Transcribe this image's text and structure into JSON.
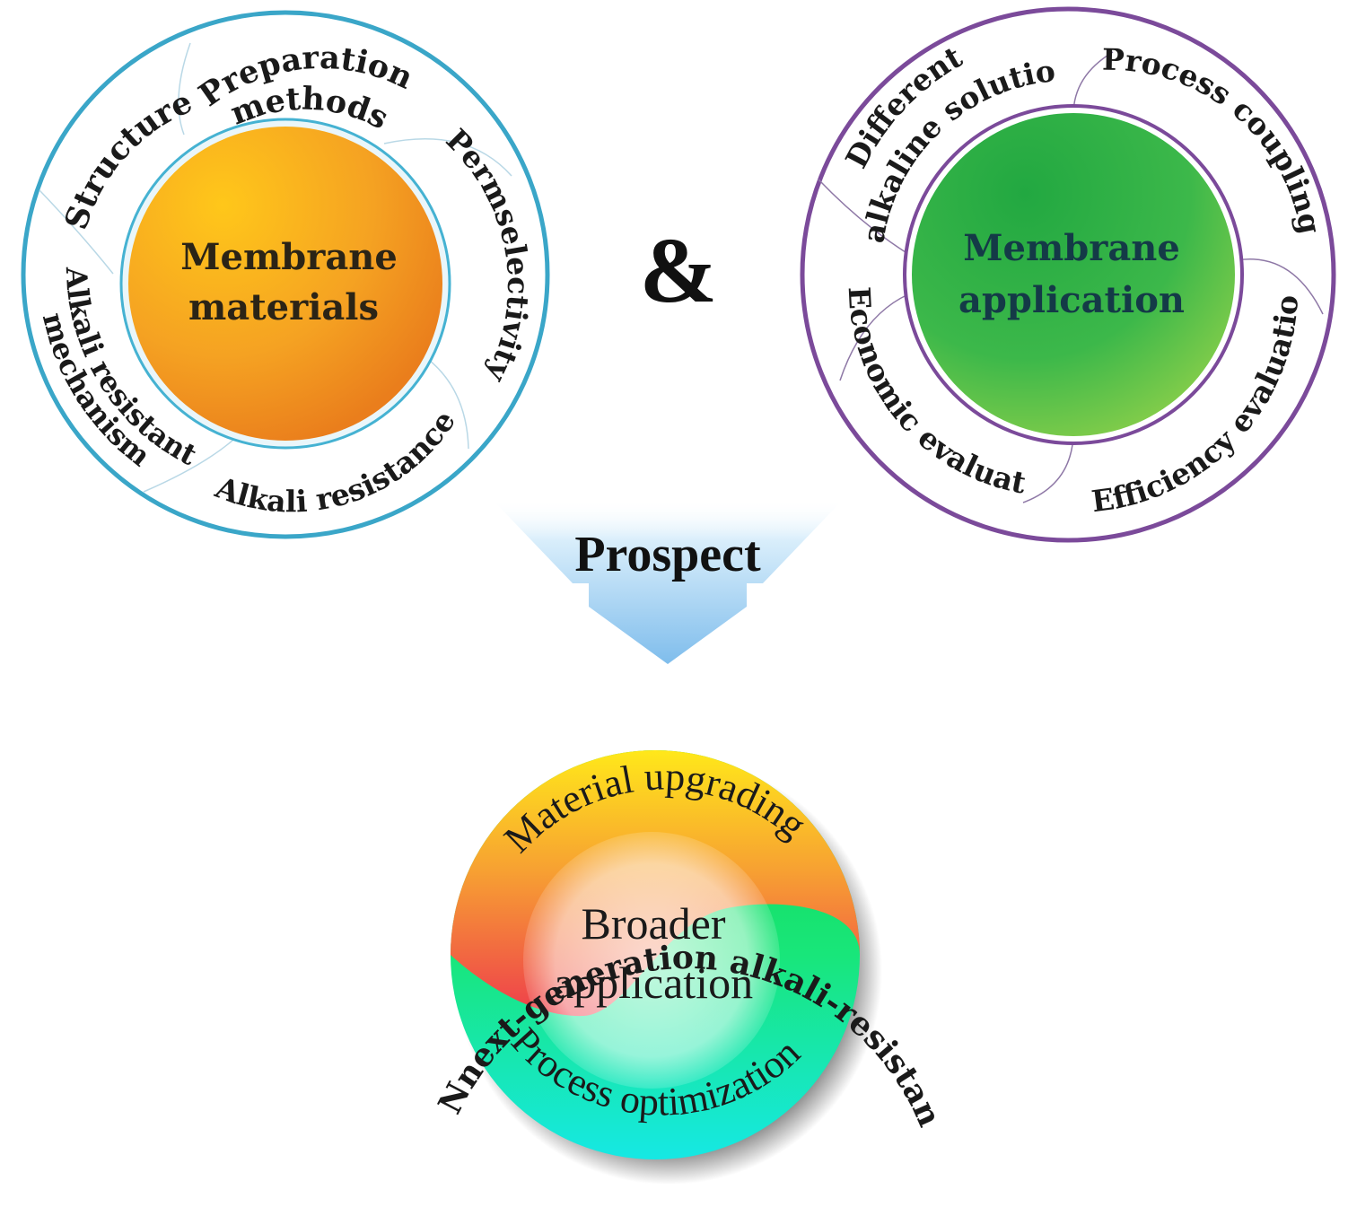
{
  "left": {
    "core": [
      "Membrane",
      "materials"
    ],
    "labels": {
      "preparation_1": "Preparation",
      "preparation_2": "methods",
      "structures": "Structures",
      "permselectivity": "Permselectivity",
      "alkali_resistance": "Alkali resistance",
      "mechanism_1": "Alkali resistant",
      "mechanism_2": "mechanism"
    }
  },
  "ampersand": "&",
  "right": {
    "core": [
      "Membrane",
      "application"
    ],
    "labels": {
      "different_1": "Different",
      "different_2": "alkaline solutions",
      "process_coupling": "Process coupling",
      "efficiency": "Efficiency evaluation",
      "economic": "Economic evaluation"
    }
  },
  "prospect": "Prospect",
  "bottom": {
    "outer_title": "Nnext-generation alkali-resistant nanofiltration membranes",
    "material": "Material upgrading",
    "process": "Process optimization",
    "center": [
      "Broader",
      "application"
    ]
  },
  "colors": {
    "left_ring": "#3aa6c8",
    "right_ring": "#7b4a9a",
    "orange_core": "#f2a21d",
    "green_core": "#3cb84a",
    "arrow": "#8fc9f0"
  }
}
